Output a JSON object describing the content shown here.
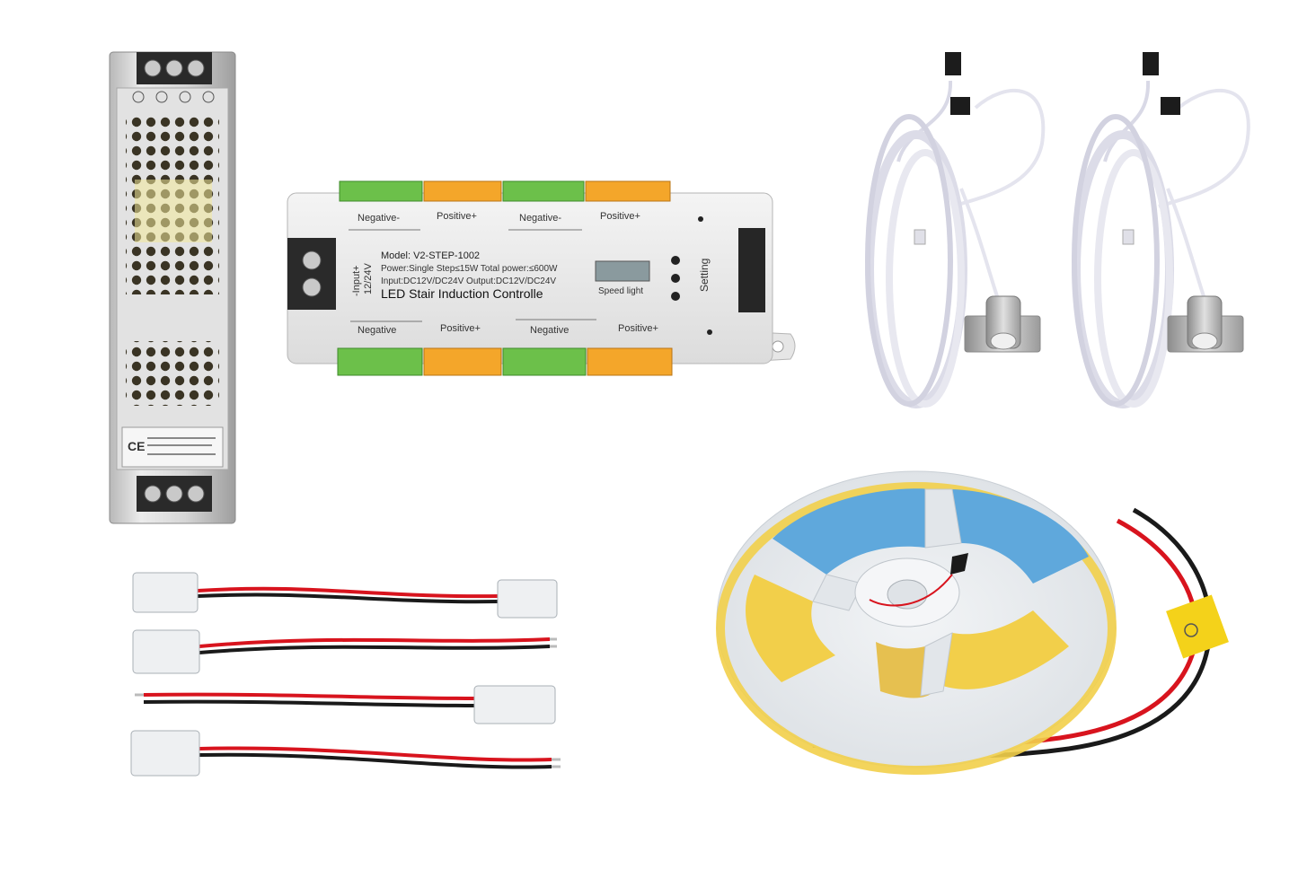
{
  "power_supply": {
    "ce_mark": "CE"
  },
  "controller": {
    "model": "Model: V2-STEP-1002",
    "power_line": "Power:Single Step≤15W Total power:≤600W",
    "io_line": "Input:DC12V/DC24V  Output:DC12V/DC24V",
    "title": "LED Stair Induction Controlle",
    "input_label": "-Input+",
    "input_voltage": "12/24V",
    "speed_label": "Speed light",
    "setting_label": "Setting",
    "top_labels": [
      "Negative-",
      "Positive+",
      "Negative-",
      "Positive+"
    ],
    "bottom_labels": [
      "Negative",
      "Positive+",
      "Negative",
      "Positive+"
    ]
  },
  "colors": {
    "green_terminal": "#6cc04a",
    "orange_terminal": "#f4a62a",
    "wire_red": "#d8141e",
    "wire_black": "#1a1a1a",
    "strip_yellow": "#f2cf4a",
    "strip_blue": "#5fa8dc",
    "label_yellow": "#f4d21a"
  }
}
